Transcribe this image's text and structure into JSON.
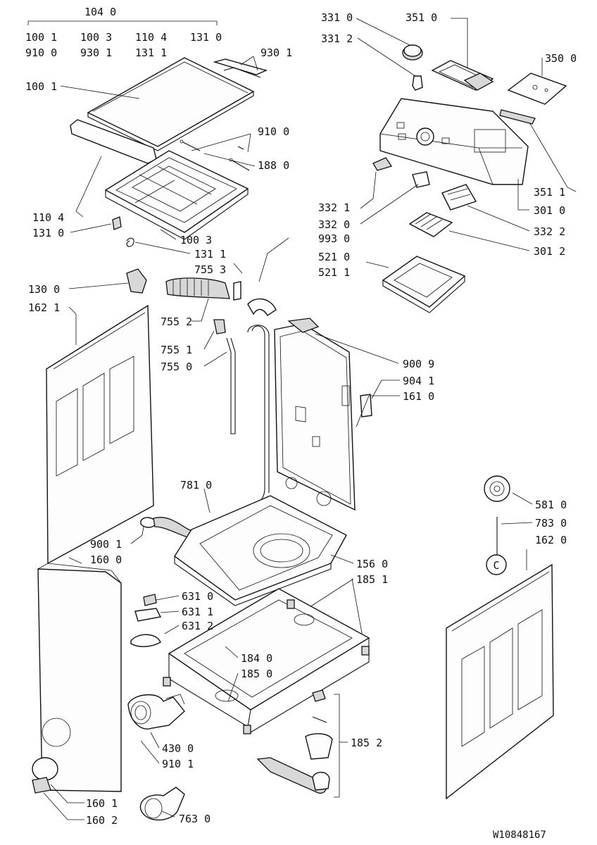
{
  "drawing_number": "W10848167",
  "labels": {
    "l1040": "104 0",
    "l1001a": "100 1",
    "l1003a": "100 3",
    "l1104a": "110 4",
    "l1310a": "131 0",
    "l9100a": "910 0",
    "l9301a": "930 1",
    "l1311a": "131 1",
    "l9301b": "930 1",
    "l1001b": "100 1",
    "l9100b": "910 0",
    "l1880": "188 0",
    "l1104b": "110 4",
    "l1310b": "131 0",
    "l1003b": "100 3",
    "l1311b": "131 1",
    "l7553": "755 3",
    "l1300": "130 0",
    "l1621": "162 1",
    "l7552": "755 2",
    "l7551": "755 1",
    "l7550": "755 0",
    "l3310": "331 0",
    "l3312": "331 2",
    "l3510": "351 0",
    "l3500": "350 0",
    "l3511": "351 1",
    "l3010": "301 0",
    "l3321": "332 1",
    "l3320": "332 0",
    "l3322": "332 2",
    "l3012": "301 2",
    "l9930": "993 0",
    "l5210": "521 0",
    "l5211": "521 1",
    "l9009": "900 9",
    "l9041": "904 1",
    "l1610": "161 0",
    "l7810": "781 0",
    "l9001": "900 1",
    "l1600": "160 0",
    "l5810": "581 0",
    "l7830": "783 0",
    "l1620": "162 0",
    "l1560": "156 0",
    "l1851": "185 1",
    "l6310": "631 0",
    "l6311": "631 1",
    "l6312": "631 2",
    "l1840": "184 0",
    "l1850": "185 0",
    "l1852": "185 2",
    "l4300": "430 0",
    "l9101": "910 1",
    "l1601": "160 1",
    "l1602": "160 2",
    "l7630": "763 0",
    "badge_c": "C"
  }
}
